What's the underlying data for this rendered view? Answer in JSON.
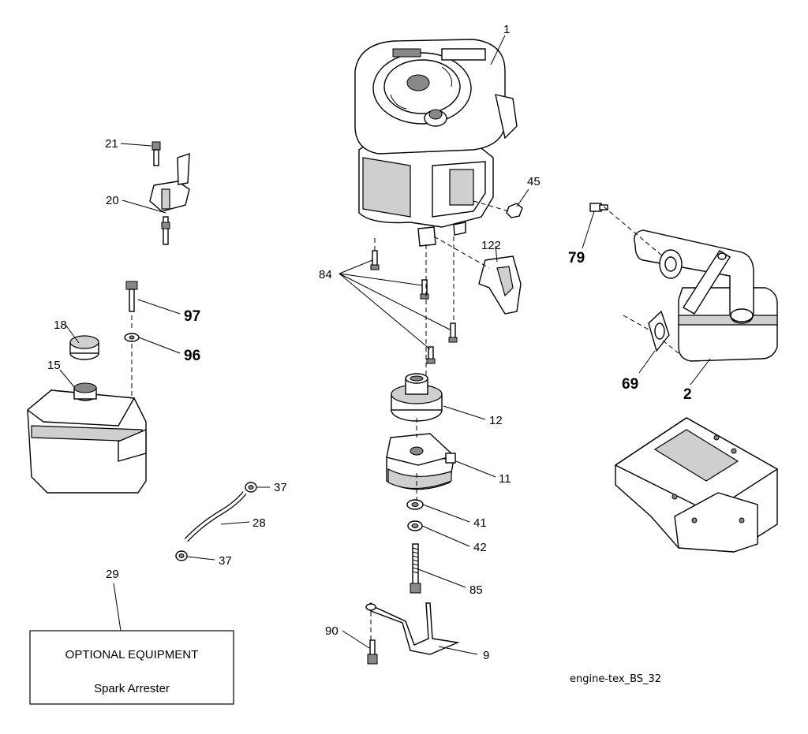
{
  "callouts": {
    "c1": "1",
    "c2": "2",
    "c9": "9",
    "c11": "11",
    "c12": "12",
    "c15": "15",
    "c18": "18",
    "c20": "20",
    "c21": "21",
    "c28": "28",
    "c29": "29",
    "c37a": "37",
    "c37b": "37",
    "c41": "41",
    "c42": "42",
    "c45": "45",
    "c69": "69",
    "c79": "79",
    "c84": "84",
    "c85": "85",
    "c90": "90",
    "c96": "96",
    "c97": "97",
    "c122": "122"
  },
  "optional_box": {
    "title": "OPTIONAL EQUIPMENT",
    "item": "Spark Arrester"
  },
  "figure_id": "engine-tex_BS_32"
}
